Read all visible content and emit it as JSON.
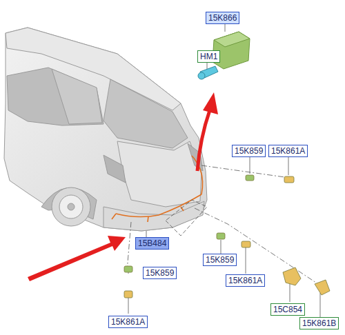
{
  "diagram": {
    "nodes": [
      {
        "text": [
          "15K866"
        ]
      },
      {
        "text": [
          "HM1"
        ]
      },
      {
        "text": [
          "15K859"
        ]
      },
      {
        "text": [
          "15K861A"
        ]
      },
      {
        "text": [
          "15B484"
        ]
      },
      {
        "text": [
          "15K859"
        ]
      },
      {
        "text": [
          "15K859"
        ]
      },
      {
        "text": [
          "15K861A"
        ]
      },
      {
        "text": [
          "15K861A"
        ]
      },
      {
        "text": [
          "15C854"
        ]
      },
      {
        "text": [
          "15K861B"
        ]
      }
    ]
  }
}
